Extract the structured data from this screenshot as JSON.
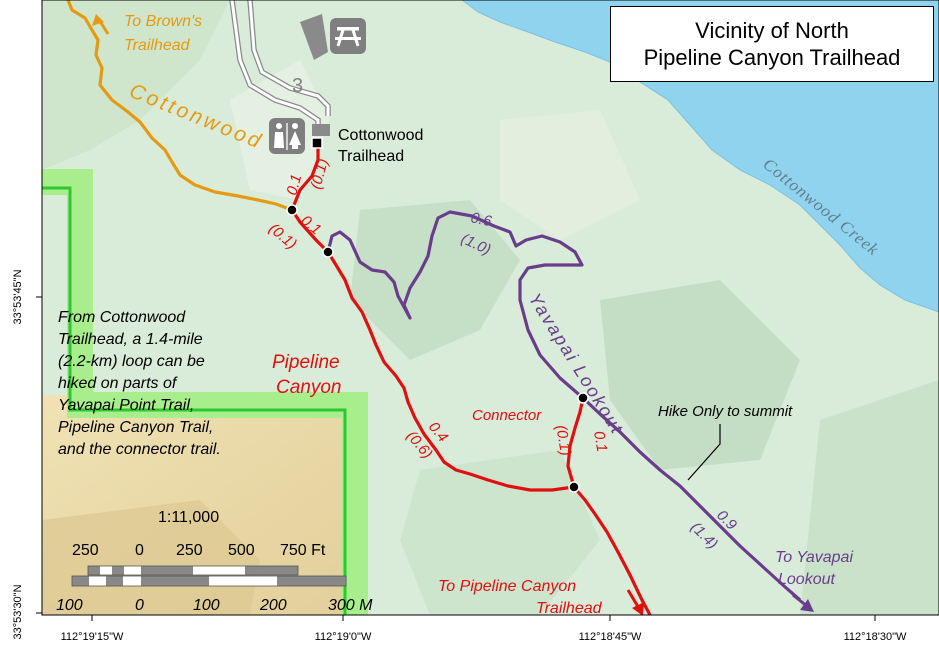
{
  "title": {
    "line1": "Vicinity of North",
    "line2": "Pipeline Canyon Trailhead"
  },
  "labels": {
    "to_browns_line1": "To Brown's",
    "to_browns_line2": "Trailhead",
    "cottonwood_trail": "Cottonwood",
    "route_number": "3",
    "trailhead_line1": "Cottonwood",
    "trailhead_line2": "Trailhead",
    "creek": "Cottonwood Creek",
    "yavapai_trail": "Yavapai Lookout",
    "pipeline_line1": "Pipeline",
    "pipeline_line2": "Canyon",
    "connector": "Connector",
    "hike_only": "Hike Only to summit",
    "to_pipeline_line1": "To Pipeline Canyon",
    "to_pipeline_line2": "Trailhead",
    "to_yavapai_line1": "To Yavapai",
    "to_yavapai_line2": "Lookout"
  },
  "distances": {
    "d1_mi": "0.1",
    "d1_km": "(0.1)",
    "d2_mi": "0.1",
    "d2_km": "(0.1)",
    "d3_mi": "0.6",
    "d3_km": "(1.0)",
    "d4_mi": "0.4",
    "d4_km": "(0.6)",
    "d5_mi": "0.1",
    "d5_km": "(0.1)",
    "d6_mi": "0.9",
    "d6_km": "(1.4)"
  },
  "note": {
    "line1": "From Cottonwood",
    "line2": "Trailhead, a 1.4-mile",
    "line3": "(2.2-km) loop can be",
    "line4": "hiked on parts of",
    "line5": "Yavapai Point Trail,",
    "line6": "Pipeline Canyon Trail,",
    "line7": "and the connector trail."
  },
  "scale": {
    "ratio": "1:11,000",
    "ft_ticks": [
      "250",
      "0",
      "250",
      "500",
      "750 Ft"
    ],
    "m_ticks": [
      "100",
      "0",
      "100",
      "200",
      "300 M"
    ]
  },
  "coords": {
    "lat_top": "33°53'45\"N",
    "lat_bottom": "33°53'30\"N",
    "lon_1": "112°19'15\"W",
    "lon_2": "112°19'0\"W",
    "lon_3": "112°18'45\"W",
    "lon_4": "112°18'30\"W"
  },
  "colors": {
    "water": "#8fd3ef",
    "terrain_light": "#d7ecd8",
    "terrain_shade": "#b9d7bd",
    "tan": "#ecd9a8",
    "boundary": "#2ec82e",
    "boundary_halo": "#a6ee8a",
    "cottonwood_trail": "#e59a12",
    "pipeline_trail": "#e01010",
    "yavapai_trail": "#6a3d8c",
    "road": "#9a9a9a",
    "icon_gray": "#7f7f7f"
  },
  "icons": [
    "picnic-table-icon",
    "restroom-icon",
    "parking-icon",
    "trailhead-marker-icon",
    "trail-junction-icon",
    "direction-arrow-icon"
  ]
}
